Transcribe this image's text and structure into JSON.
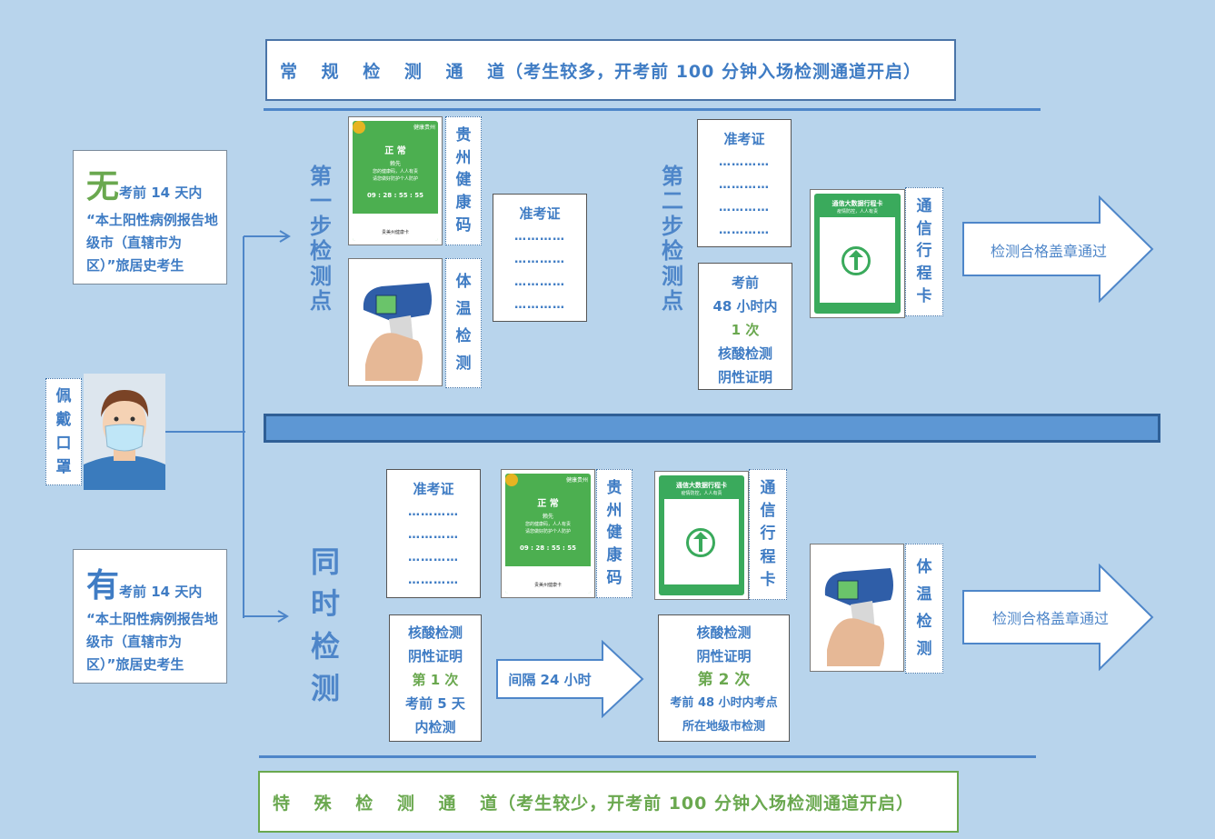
{
  "top_banner": {
    "title": "常 规 检 测 通 道",
    "subtitle": "（考生较多，开考前 100 分钟入场检测通道开启）"
  },
  "bottom_banner": {
    "title": "特 殊 检 测 通 道",
    "subtitle": "（考生较少，开考前 100 分钟入场检测通道开启）"
  },
  "person": {
    "label": [
      "佩",
      "戴",
      "口",
      "罩"
    ]
  },
  "no_history": {
    "big": "无",
    "head": "考前 14 天内",
    "body": "“本土阳性病例报告地级市（直辖市为区）”旅居史考生"
  },
  "has_history": {
    "big": "有",
    "head": "考前 14 天内",
    "body": "“本土阳性病例报告地级市（直辖市为区）”旅居史考生"
  },
  "step1": {
    "label": [
      "第",
      "一",
      "步",
      "检",
      "测",
      "点"
    ]
  },
  "step2": {
    "label": [
      "第",
      "二",
      "步",
      "检",
      "测",
      "点"
    ]
  },
  "simul": {
    "label": [
      "同",
      "时",
      "检",
      "测"
    ]
  },
  "health_code": {
    "label": [
      "贵",
      "州",
      "健",
      "康",
      "码"
    ],
    "status": "正 常",
    "name": "赖先",
    "desc1": "您的健康码，人人有责",
    "desc2": "请您做好防护个人防护",
    "time": "09 : 28 : 55 : 55",
    "footer": "贵美州健康卡",
    "top_right": "健康贵州"
  },
  "temp": {
    "label": [
      "体",
      "温",
      "检",
      "测"
    ]
  },
  "ticket": {
    "title": "准考证",
    "dots": [
      "…………",
      "…………",
      "…………",
      "…………"
    ]
  },
  "travel_card": {
    "label": [
      "通",
      "信",
      "行",
      "程",
      "卡"
    ],
    "title": "通信大数据行程卡",
    "sub": "疫情防控，人人有责"
  },
  "nucleic48": {
    "l1": "考前",
    "l2": "48 小时内",
    "l3": "1 次",
    "l4": "核酸检测",
    "l5": "阴性证明"
  },
  "pass1": "检测合格盖章通过",
  "pass2": "检测合格盖章通过",
  "nucleic_first": {
    "l1": "核酸检测",
    "l2": "阴性证明",
    "l3": "第 1 次",
    "l4": "考前 5 天",
    "l5": "内检测"
  },
  "interval": "间隔 24 小时",
  "nucleic_second": {
    "l1": "核酸检测",
    "l2": "阴性证明",
    "l3": "第 2 次",
    "l4": "考前 48 小时内考点",
    "l5": "所在地级市检测"
  }
}
